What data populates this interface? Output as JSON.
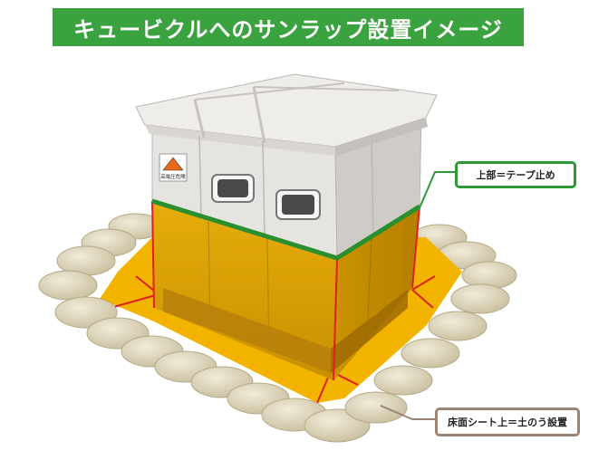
{
  "title": "キュービクルへのサンラップ設置イメージ",
  "device_label": "高電圧危険",
  "callouts": {
    "top": "上部＝テープ止め",
    "bottom": "床面シート上＝土のう設置"
  },
  "colors": {
    "banner": "#3aa23f",
    "sunwrap": "#e0a500",
    "edge_line": "#e02020",
    "tape": "#2a8f2e",
    "cubicle": "#e4e2df",
    "sandbag": "#ddd3b8"
  }
}
